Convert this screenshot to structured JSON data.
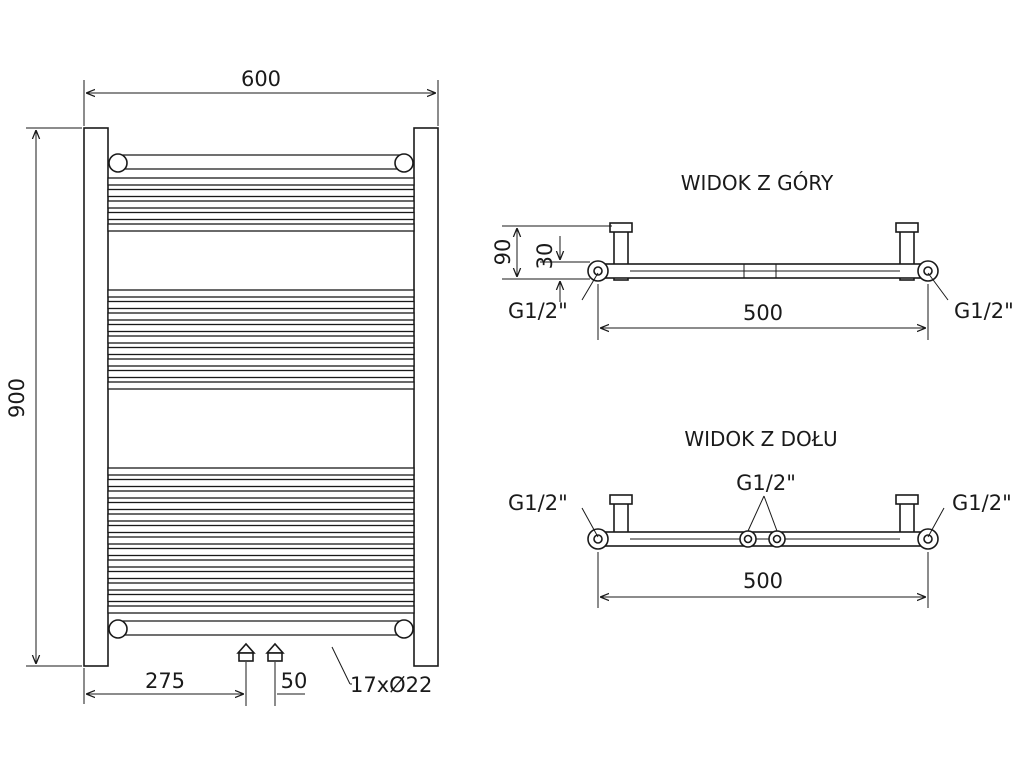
{
  "front_view": {
    "width_label": "600",
    "height_label": "900",
    "offset_label": "275",
    "spacing_label": "50",
    "tubes_label": "17xØ22",
    "tube_count": 17
  },
  "top_view": {
    "title": "WIDOK Z GÓRY",
    "depth_label": "90",
    "offset_label": "30",
    "thread_left": "G1/2\"",
    "thread_right": "G1/2\"",
    "width_label": "500"
  },
  "bottom_view": {
    "title": "WIDOK Z DOŁU",
    "thread_left": "G1/2\"",
    "thread_center": "G1/2\"",
    "thread_right": "G1/2\"",
    "width_label": "500"
  },
  "colors": {
    "line": "#1a1a1a",
    "background": "#ffffff"
  }
}
